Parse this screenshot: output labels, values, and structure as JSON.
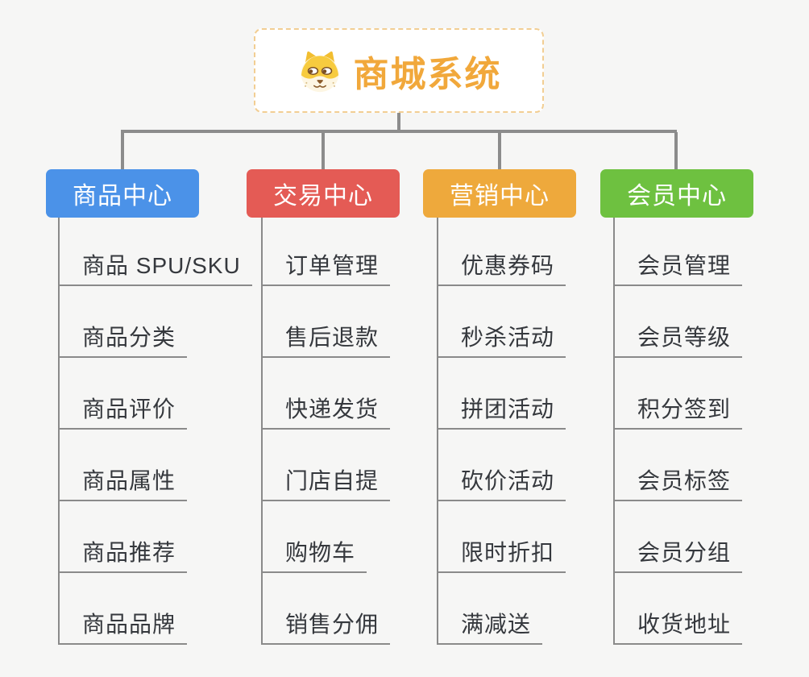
{
  "page": {
    "background_color": "#F6F6F5",
    "connector_color": "#8C8C8C",
    "subitem_text_color": "#35383D"
  },
  "root": {
    "title": "商城系统",
    "icon": "dog-face-icon",
    "text_color": "#F1A83B",
    "border_color": "#F2CE93",
    "background_color": "#FFFFFF"
  },
  "branches": [
    {
      "label": "商品中心",
      "color": "#4B92E8",
      "items": [
        "商品 SPU/SKU",
        "商品分类",
        "商品评价",
        "商品属性",
        "商品推荐",
        "商品品牌"
      ]
    },
    {
      "label": "交易中心",
      "color": "#E45B55",
      "items": [
        "订单管理",
        "售后退款",
        "快递发货",
        "门店自提",
        "购物车",
        "销售分佣"
      ]
    },
    {
      "label": "营销中心",
      "color": "#EEA93C",
      "items": [
        "优惠券码",
        "秒杀活动",
        "拼团活动",
        "砍价活动",
        "限时折扣",
        "满减送"
      ]
    },
    {
      "label": "会员中心",
      "color": "#6EC140",
      "items": [
        "会员管理",
        "会员等级",
        "积分签到",
        "会员标签",
        "会员分组",
        "收货地址"
      ]
    }
  ]
}
